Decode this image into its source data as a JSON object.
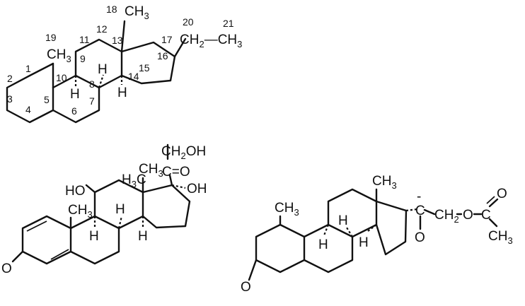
{
  "pregnane": {
    "numbers": [
      "1",
      "2",
      "3",
      "4",
      "5",
      "6",
      "7",
      "8",
      "9",
      "10",
      "11",
      "12",
      "13",
      "14",
      "15",
      "16",
      "17",
      "18",
      "19",
      "20",
      "21"
    ],
    "labels": {
      "c18_ch3": "CH",
      "c18_sub": "3",
      "c10_ch3": "CH",
      "c10_sub": "3",
      "h9": "H",
      "h8": "H",
      "h14": "H",
      "ethyl": "CH",
      "ethyl_sub2": "2",
      "ethyl_dash": "—",
      "ethyl_ch3": "CH",
      "ethyl_sub3": "3"
    }
  },
  "prednisolone": {
    "labels": {
      "ch2oh": "CH",
      "ch2oh_sub": "2",
      "ch2oh_tail": "OH",
      "carbonyl": "C",
      "carbonyl_o": "O",
      "oh17": "OH",
      "methyl13": "CH",
      "methyl13_sub": "3",
      "h3c": "H",
      "h3c_sub": "3",
      "h3c_c": "C",
      "ho11": "HO",
      "h9": "H",
      "h8": "H",
      "h14": "H",
      "o3": "O",
      "methyl10": "CH",
      "methyl10_sub": "3"
    }
  },
  "ester_steroid": {
    "labels": {
      "methyl13": "CH",
      "methyl13_sub": "3",
      "methyl1": "CH",
      "methyl1_sub": "3",
      "c20": "C",
      "c20_minus": "-",
      "o20": "O",
      "ch2": "CH",
      "ch2_sub": "2",
      "ester_o": "O",
      "ester_c": "C",
      "ester_co": "O",
      "ester_ch3": "CH",
      "ester_ch3_sub": "3",
      "h9": "H",
      "h8": "H",
      "h14": "H",
      "o3": "O"
    }
  }
}
